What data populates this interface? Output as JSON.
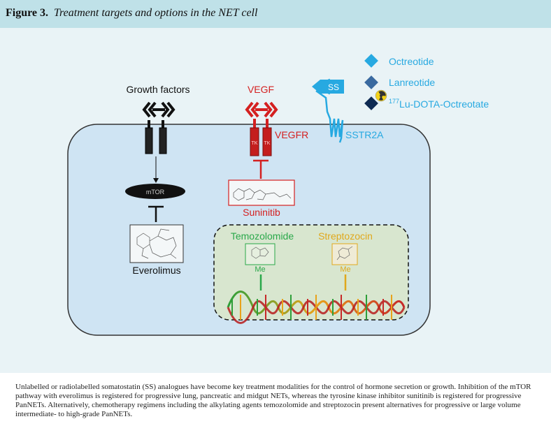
{
  "header": {
    "figure_label": "Figure 3.",
    "title": "Treatment targets and options in the NET cell"
  },
  "diagram": {
    "growth_factors": "Growth factors",
    "mtor": "mTOR",
    "everolimus": "Everolimus",
    "vegf": "VEGF",
    "vegfr": "VEGFR",
    "sunitinib": "Suninitib",
    "ss": "SS",
    "sstr2a": "SSTR2A",
    "legend": {
      "octreotide": "Octreotide",
      "lanreotide": "Lanreotide",
      "lu_superscript": "177",
      "lu_dota": "Lu-DOTA-Octreotate"
    },
    "temozolomide": "Temozolomide",
    "streptozocin": "Streptozocin",
    "me_1": "Me",
    "me_2": "Me",
    "colors": {
      "growth": "#111111",
      "vegf": "#d42020",
      "ss": "#27a9e1",
      "temozolomide": "#2aa84a",
      "streptozocin": "#e0a81c",
      "cell_fill": "#cfe4f3",
      "nucleus_fill": "#d8e6cf"
    }
  },
  "caption": {
    "text": "Unlabelled or radiolabelled somatostatin (SS) analogues have become key treatment modalities for the control of hormone secretion or growth. Inhibition of the mTOR pathway with everolimus is registered for progressive lung, pancreatic and midgut NETs, whereas the tyrosine kinase inhibitor sunitinib is registered for progressive PanNETs. Alternatively, chemotherapy regimens including the alkylating agents temozolomide and streptozocin present alternatives for progressive or large volume intermediate- to high-grade PanNETs."
  }
}
